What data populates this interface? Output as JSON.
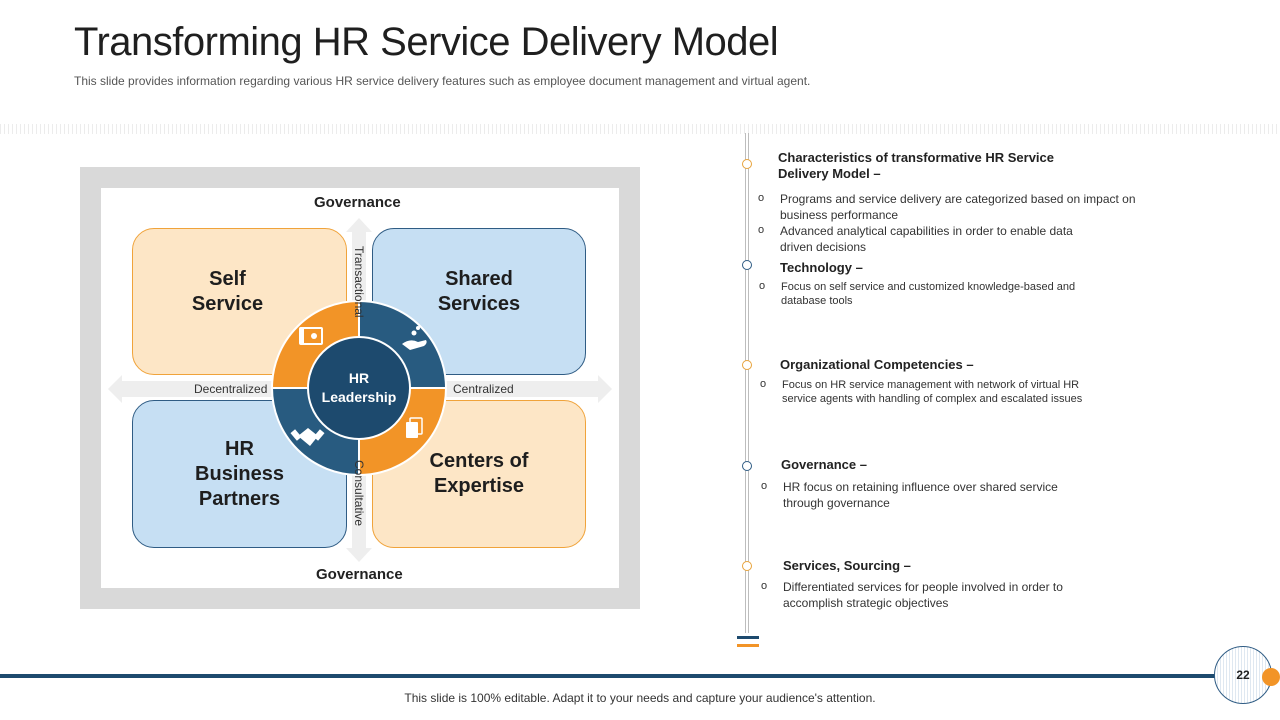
{
  "header": {
    "title": "Transforming HR Service Delivery Model",
    "subtitle": "This slide provides information regarding various HR service delivery features such as employee document management and virtual agent."
  },
  "diagram": {
    "governance_top": "Governance",
    "governance_bottom": "Governance",
    "axis_left": "Decentralized",
    "axis_right": "Centralized",
    "axis_top": "Transactional",
    "axis_bottom": "Consultative",
    "hub": "HR\nLeadership",
    "quadrants": {
      "top_left": "Self\nService",
      "top_right": "Shared\nServices",
      "bottom_left": "HR\nBusiness\nPartners",
      "bottom_right": "Centers of\nExpertise"
    },
    "colors": {
      "orange": "#F29427",
      "navy": "#1D4A6E",
      "light_orange": "#FDE6C6",
      "light_blue": "#C6DFF3"
    },
    "icons": [
      "certificate-icon",
      "hand-service-icon",
      "handshake-icon",
      "documents-icon"
    ]
  },
  "sections": [
    {
      "heading": "Characteristics of transformative HR Service\nDelivery Model –",
      "bullets": [
        "Programs and service delivery are categorized based on impact on\nbusiness performance",
        "Advanced analytical capabilities in order to enable data\ndriven decisions"
      ]
    },
    {
      "heading": "Technology –",
      "bullets": [
        "Focus on self service and customized knowledge-based and\ndatabase tools"
      ]
    },
    {
      "heading": "Organizational Competencies –",
      "bullets": [
        "Focus on HR service management with network of virtual HR\nservice agents with handling of complex and escalated issues"
      ]
    },
    {
      "heading": "Governance –",
      "bullets": [
        "HR focus on retaining influence over shared service\nthrough governance"
      ]
    },
    {
      "heading": "Services, Sourcing –",
      "bullets": [
        "Differentiated services for people involved  in order to\naccomplish strategic objectives"
      ]
    }
  ],
  "footer": {
    "text": "This slide is 100% editable. Adapt it to your needs and capture your audience's attention.",
    "page_number": "22"
  }
}
